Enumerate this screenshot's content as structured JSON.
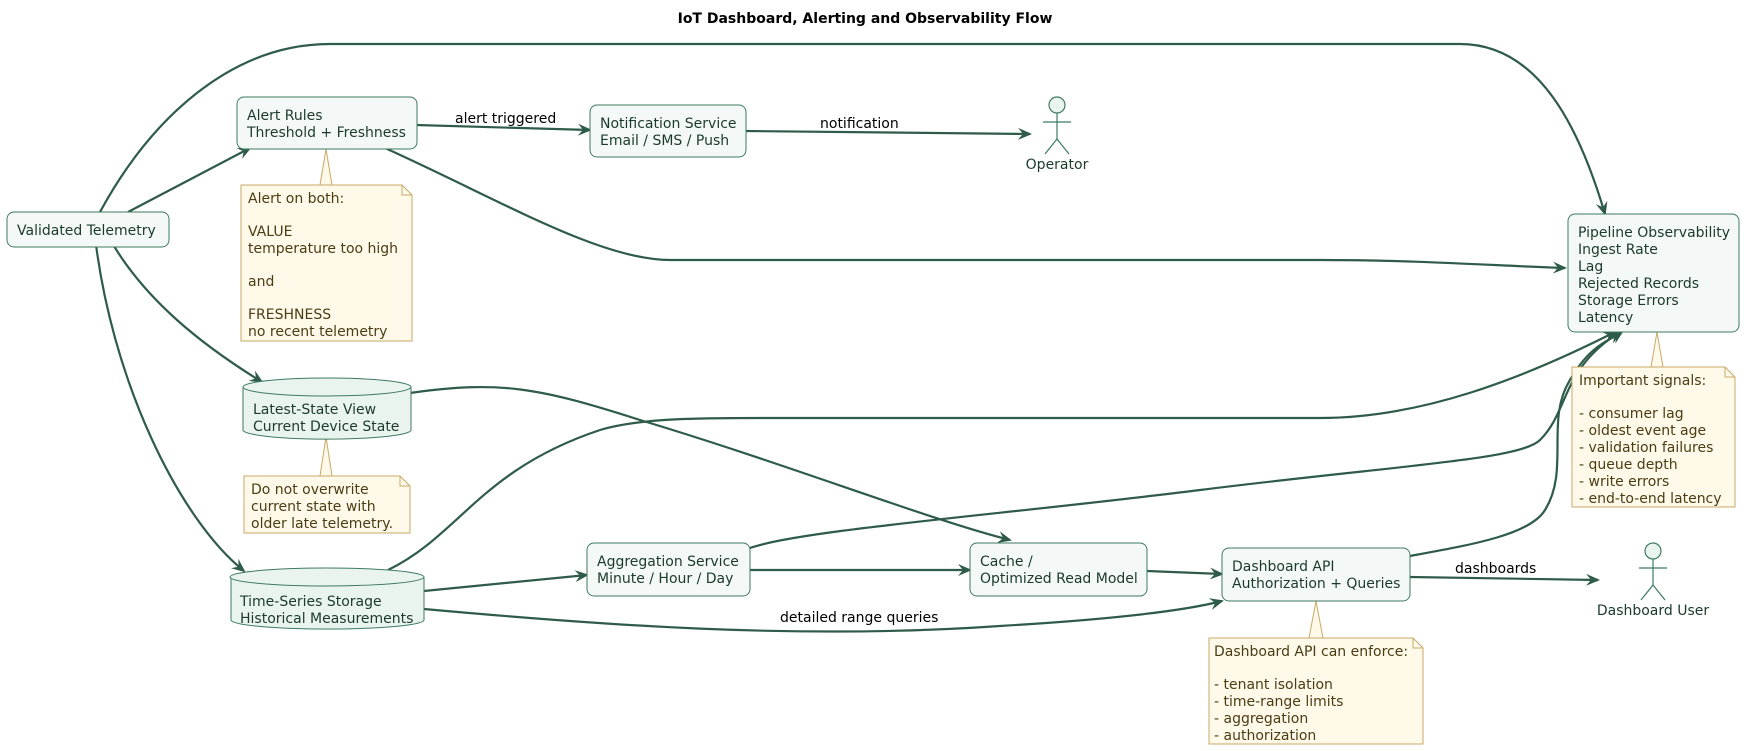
{
  "title": "IoT Dashboard, Alerting and Observability Flow",
  "nodes": {
    "validated_telemetry": [
      "Validated Telemetry"
    ],
    "alert_rules": [
      "Alert Rules",
      "Threshold + Freshness"
    ],
    "notification_service": [
      "Notification Service",
      "Email / SMS / Push"
    ],
    "pipeline_observability": [
      "Pipeline Observability",
      "Ingest Rate",
      "Lag",
      "Rejected Records",
      "Storage Errors",
      "Latency"
    ],
    "latest_state_view": [
      "Latest-State View",
      "Current Device State"
    ],
    "time_series_storage": [
      "Time-Series Storage",
      "Historical Measurements"
    ],
    "aggregation_service": [
      "Aggregation Service",
      "Minute / Hour / Day"
    ],
    "cache": [
      "Cache /",
      "Optimized Read Model"
    ],
    "dashboard_api": [
      "Dashboard API",
      "Authorization + Queries"
    ]
  },
  "actors": {
    "operator": "Operator",
    "dashboard_user": "Dashboard User"
  },
  "notes": {
    "alert_note": [
      "Alert on both:",
      "",
      "VALUE",
      "temperature too high",
      "",
      "and",
      "",
      "FRESHNESS",
      "no recent telemetry"
    ],
    "latest_state_note": [
      "Do not overwrite",
      "current state with",
      "older late telemetry."
    ],
    "observability_note": [
      "Important signals:",
      "",
      "- consumer lag",
      "- oldest event age",
      "- validation failures",
      "- queue depth",
      "- write errors",
      "- end-to-end latency"
    ],
    "dashboard_api_note": [
      "Dashboard API can enforce:",
      "",
      "- tenant isolation",
      "- time-range limits",
      "- aggregation",
      "- authorization"
    ]
  },
  "edge_labels": {
    "alert_triggered": "alert triggered",
    "notification": "notification",
    "detailed_range_queries": "detailed range queries",
    "dashboards": "dashboards"
  },
  "colors": {
    "node_fill": "#f4f8f6",
    "node_stroke": "#3e7a62",
    "edge": "#2f5b4a",
    "note_fill": "#fef9e8",
    "note_stroke": "#c8a96a"
  }
}
